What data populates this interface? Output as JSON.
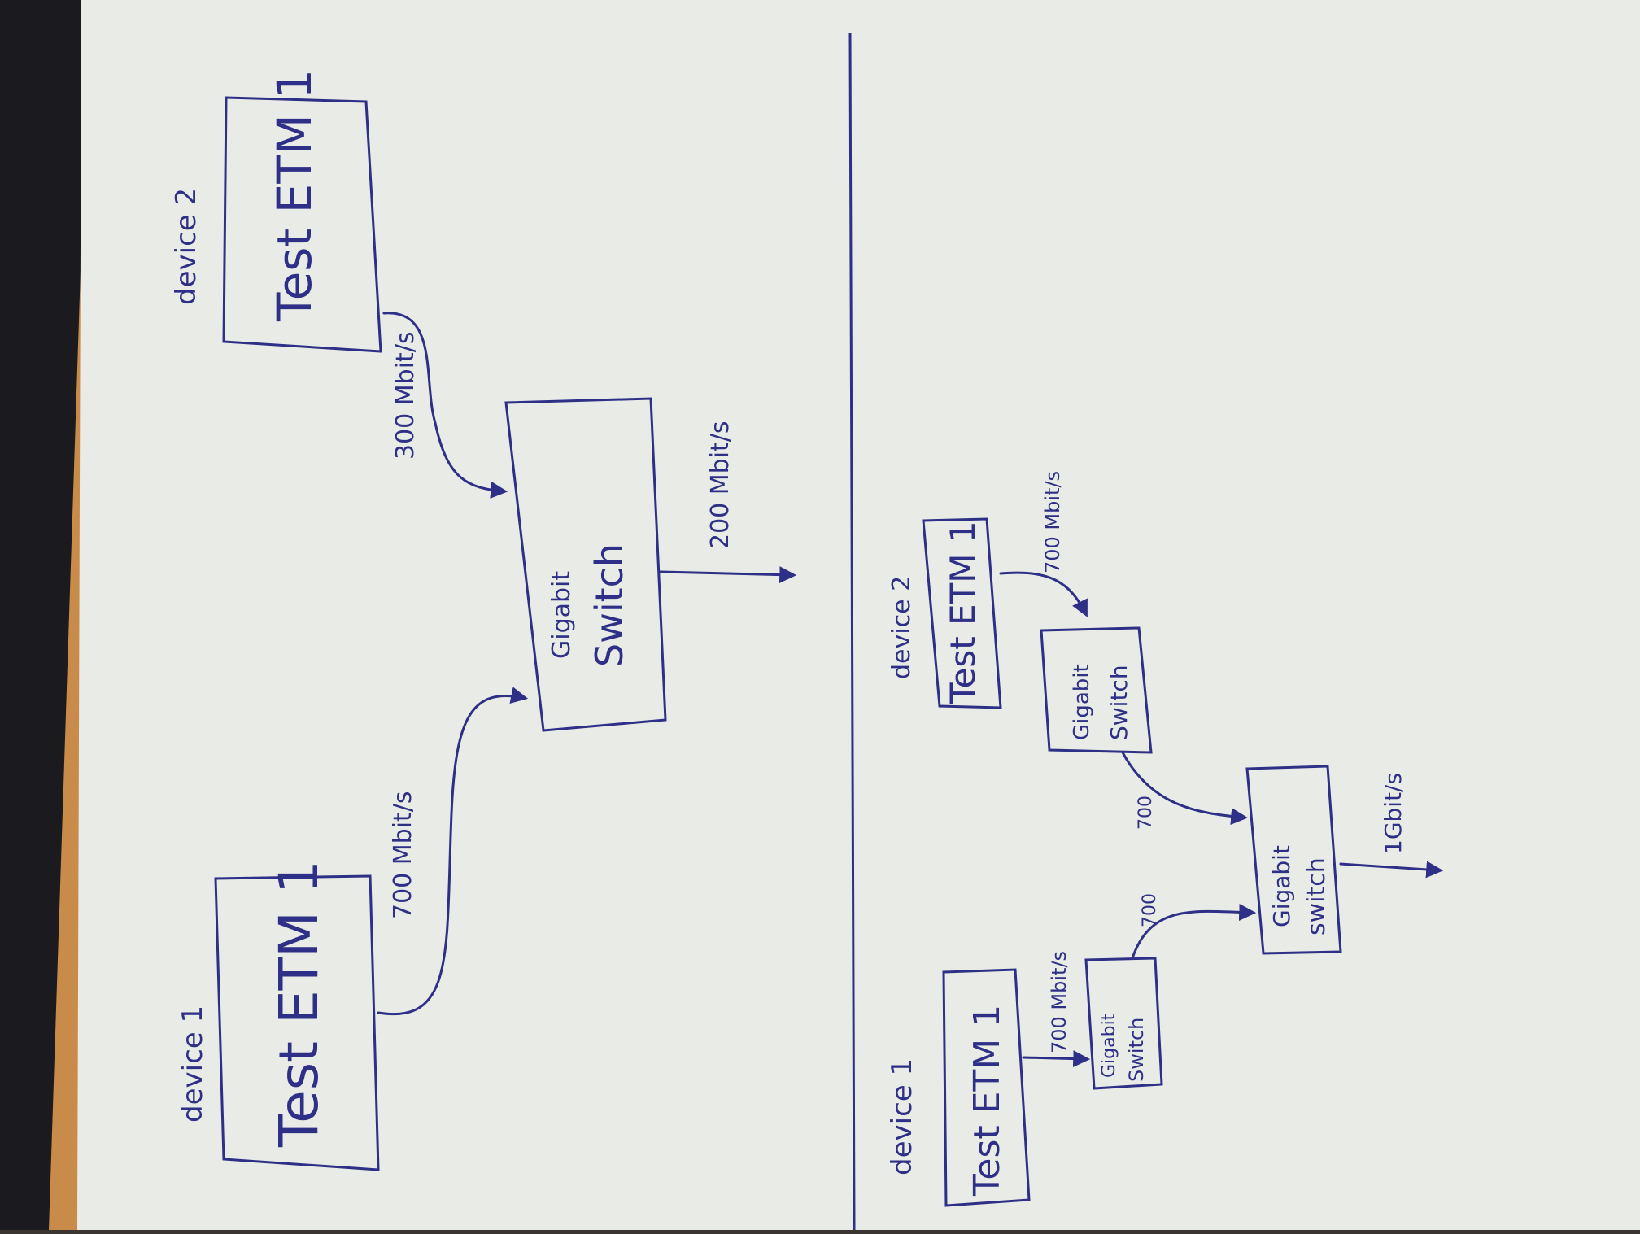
{
  "colors": {
    "ink": "#2e2f86",
    "paper": "#e9ebe6",
    "table": "#c98b4a",
    "shadow": "#1b1b1f"
  },
  "top_diagram": {
    "device1_label": "device 1",
    "device1_box": "Test ETM 1",
    "device1_speed": "700 Mbit/s",
    "device2_label": "device 2",
    "device2_box": "Test ETM 1",
    "device2_speed": "300 Mbit/s",
    "switch_line1": "Gigabit",
    "switch_line2": "Switch",
    "output_speed": "200 Mbit/s"
  },
  "bottom_diagram": {
    "device1_label": "device 1",
    "device1_box": "Test ETM 1",
    "device1_speed": "700 Mbit/s",
    "device2_label": "device 2",
    "device2_box": "Test ETM 1",
    "device2_speed": "700 Mbit/s",
    "switch_a_line1": "Gigabit",
    "switch_a_line2": "Switch",
    "switch_b_line1": "Gigabit",
    "switch_b_line2": "Switch",
    "switch_main_line1": "Gigabit",
    "switch_main_line2": "switch",
    "link_a_speed": "700",
    "link_b_speed": "700",
    "output_speed": "1Gbit/s"
  }
}
